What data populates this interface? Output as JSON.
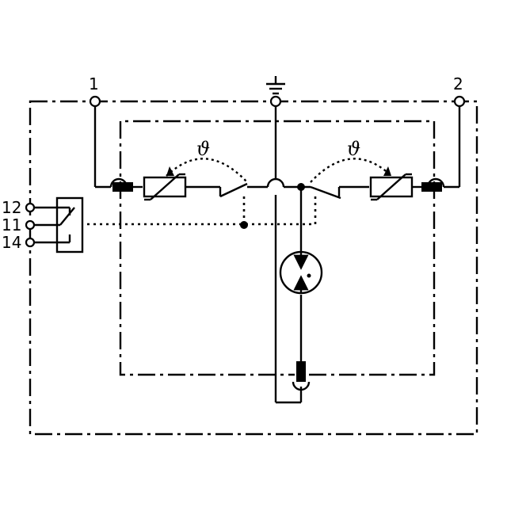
{
  "terminals": {
    "t1": "1",
    "t2": "2",
    "aux_12": "12",
    "aux_11": "11",
    "aux_14": "14"
  },
  "thermal_symbol": "ϑ",
  "icons": [
    "ground-icon",
    "varistor-icon",
    "thermal-disconnector-icon",
    "gas-discharge-tube-icon",
    "aux-contact-icon"
  ]
}
